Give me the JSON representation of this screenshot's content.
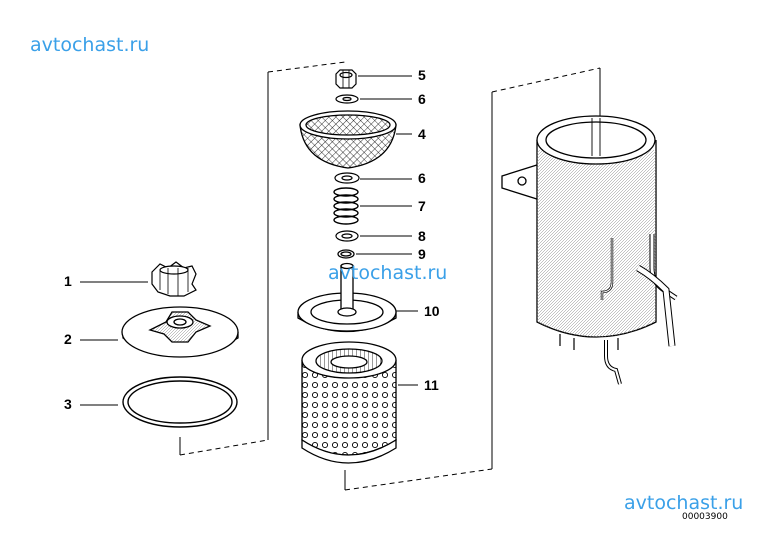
{
  "watermarks": [
    "avtochast.ru",
    "avtochast.ru",
    "avtochast.ru"
  ],
  "drawing_code": "00003900",
  "callouts": [
    "1",
    "2",
    "3",
    "4",
    "5",
    "6",
    "6",
    "7",
    "8",
    "9",
    "10",
    "11"
  ],
  "parts": {
    "p1": "cap nut",
    "p2": "cover",
    "p3": "gasket ring",
    "p4": "mesh strainer",
    "p5": "nut",
    "p6": "washer",
    "p7": "spring",
    "p8": "washer",
    "p9": "o-ring",
    "p10": "base plate with tube",
    "p11": "filter element",
    "housing": "filter housing with bracket and pipes"
  },
  "colors": {
    "watermark": "#3aa0e8",
    "line": "#000000",
    "background": "#ffffff"
  }
}
